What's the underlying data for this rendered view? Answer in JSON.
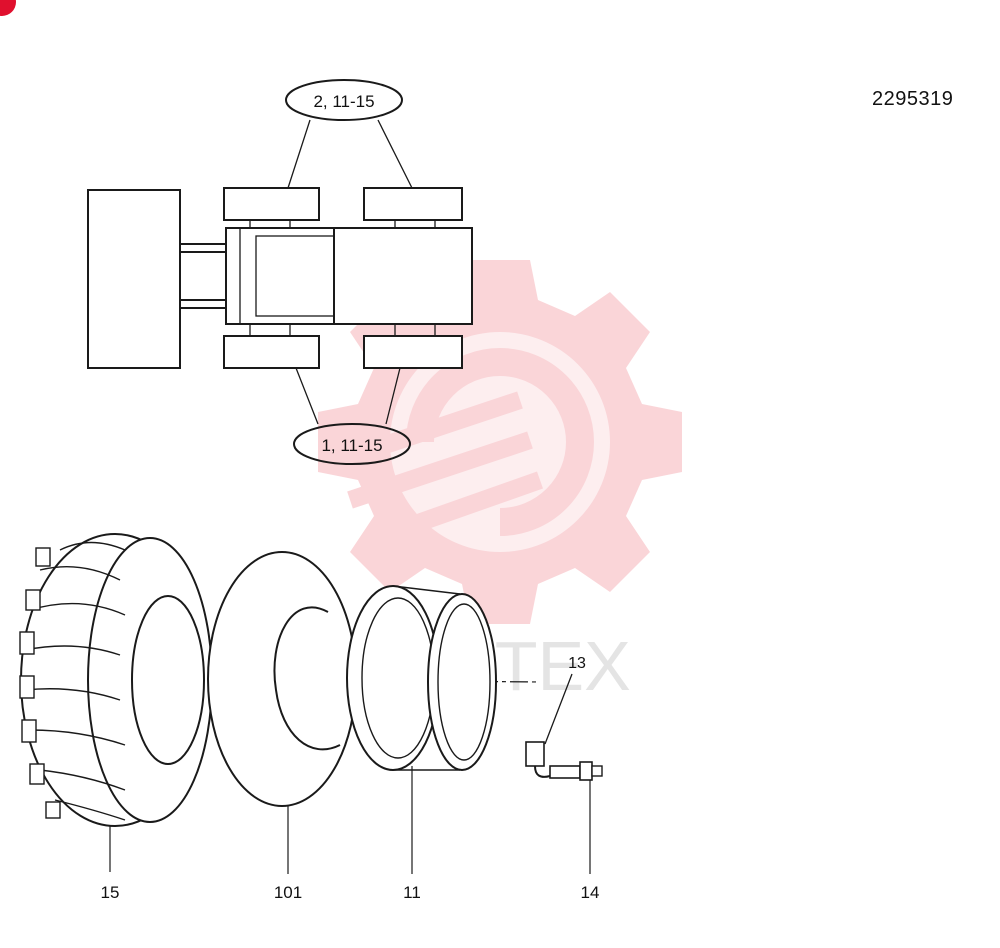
{
  "drawing_number": "2295319",
  "watermark": {
    "text": "IAHTEX",
    "color": "#f4aab0"
  },
  "callouts": {
    "rear_axle_ref": "2, 11-15",
    "front_axle_ref": "1, 11-15"
  },
  "parts": [
    {
      "id": "15",
      "label": "15",
      "description_icon": "tire-icon"
    },
    {
      "id": "101",
      "label": "101",
      "description_icon": "tube-icon"
    },
    {
      "id": "11",
      "label": "11",
      "description_icon": "rim-icon"
    },
    {
      "id": "13",
      "label": "13",
      "description_icon": "valve-cap-icon"
    },
    {
      "id": "14",
      "label": "14",
      "description_icon": "valve-stem-icon"
    }
  ]
}
